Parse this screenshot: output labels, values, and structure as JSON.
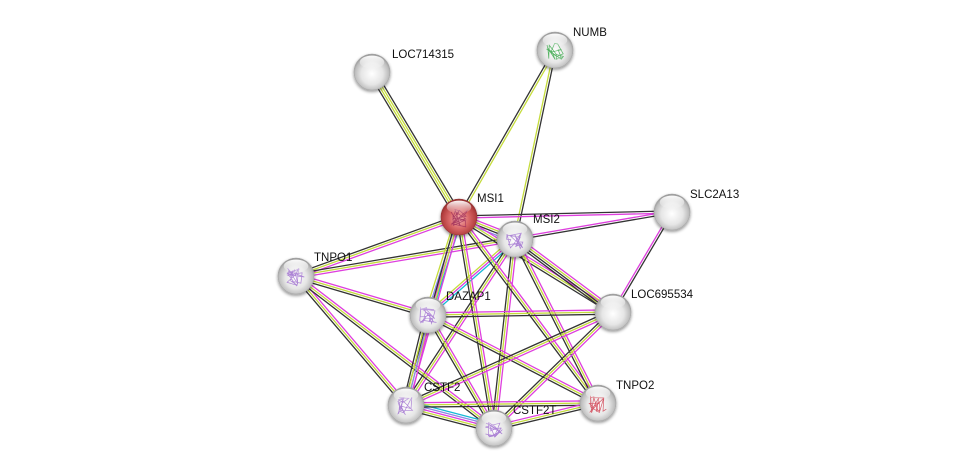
{
  "title": "STRING protein interaction network",
  "edge_colors": {
    "textmining": "#c5dc3c",
    "coexpression": "#333333",
    "database": "#17b9d6",
    "experiments": "#de3fde",
    "homology": "#8a8ae6"
  },
  "node_colors": {
    "query": "#cf4b4b",
    "other": "#e8e8e8"
  },
  "nodes": [
    {
      "id": "LOC714315",
      "label": "LOC714315",
      "query": false,
      "structure": false,
      "structure_color": ""
    },
    {
      "id": "NUMB",
      "label": "NUMB",
      "query": false,
      "structure": true,
      "structure_color": "#3aa84a"
    },
    {
      "id": "MSI1",
      "label": "MSI1",
      "query": true,
      "structure": true,
      "structure_color": "#a0305a"
    },
    {
      "id": "MSI2",
      "label": "MSI2",
      "query": false,
      "structure": true,
      "structure_color": "#a070d0"
    },
    {
      "id": "SLC2A13",
      "label": "SLC2A13",
      "query": false,
      "structure": false,
      "structure_color": ""
    },
    {
      "id": "TNPO1",
      "label": "TNPO1",
      "query": false,
      "structure": true,
      "structure_color": "#a070d0"
    },
    {
      "id": "DAZAP1",
      "label": "DAZAP1",
      "query": false,
      "structure": true,
      "structure_color": "#a070d0"
    },
    {
      "id": "LOC695534",
      "label": "LOC695534",
      "query": false,
      "structure": false,
      "structure_color": ""
    },
    {
      "id": "CSTF2",
      "label": "CSTF2",
      "query": false,
      "structure": true,
      "structure_color": "#a070d0"
    },
    {
      "id": "CSTF2T",
      "label": "CSTF2T",
      "query": false,
      "structure": true,
      "structure_color": "#a070d0"
    },
    {
      "id": "TNPO2",
      "label": "TNPO2",
      "query": false,
      "structure": true,
      "structure_color": "#d04050"
    }
  ],
  "edges": [
    {
      "source": "MSI1",
      "target": "LOC714315",
      "evidence": [
        "coexpression",
        "textmining",
        "textmining",
        "coexpression"
      ]
    },
    {
      "source": "MSI1",
      "target": "NUMB",
      "evidence": [
        "coexpression",
        "textmining"
      ]
    },
    {
      "source": "MSI2",
      "target": "NUMB",
      "evidence": [
        "textmining",
        "coexpression"
      ]
    },
    {
      "source": "MSI1",
      "target": "MSI2",
      "evidence": [
        "experiments",
        "textmining",
        "coexpression",
        "homology"
      ]
    },
    {
      "source": "MSI1",
      "target": "SLC2A13",
      "evidence": [
        "coexpression",
        "experiments"
      ]
    },
    {
      "source": "MSI2",
      "target": "SLC2A13",
      "evidence": [
        "experiments",
        "coexpression"
      ]
    },
    {
      "source": "MSI1",
      "target": "TNPO1",
      "evidence": [
        "experiments",
        "textmining",
        "coexpression"
      ]
    },
    {
      "source": "MSI2",
      "target": "TNPO1",
      "evidence": [
        "experiments",
        "textmining",
        "coexpression"
      ]
    },
    {
      "source": "MSI1",
      "target": "DAZAP1",
      "evidence": [
        "database",
        "experiments",
        "homology",
        "textmining"
      ]
    },
    {
      "source": "MSI2",
      "target": "DAZAP1",
      "evidence": [
        "database",
        "experiments",
        "textmining"
      ]
    },
    {
      "source": "MSI1",
      "target": "LOC695534",
      "evidence": [
        "experiments",
        "textmining",
        "coexpression"
      ]
    },
    {
      "source": "MSI2",
      "target": "LOC695534",
      "evidence": [
        "experiments",
        "textmining",
        "coexpression",
        "coexpression"
      ]
    },
    {
      "source": "SLC2A13",
      "target": "LOC695534",
      "evidence": [
        "coexpression",
        "experiments"
      ]
    },
    {
      "source": "MSI1",
      "target": "CSTF2",
      "evidence": [
        "experiments",
        "textmining",
        "coexpression"
      ]
    },
    {
      "source": "MSI2",
      "target": "CSTF2",
      "evidence": [
        "experiments",
        "textmining",
        "coexpression"
      ]
    },
    {
      "source": "MSI1",
      "target": "CSTF2T",
      "evidence": [
        "experiments",
        "textmining",
        "coexpression"
      ]
    },
    {
      "source": "MSI2",
      "target": "CSTF2T",
      "evidence": [
        "experiments",
        "textmining",
        "coexpression"
      ]
    },
    {
      "source": "MSI1",
      "target": "TNPO2",
      "evidence": [
        "experiments",
        "textmining",
        "coexpression"
      ]
    },
    {
      "source": "MSI2",
      "target": "TNPO2",
      "evidence": [
        "experiments",
        "textmining",
        "coexpression"
      ]
    },
    {
      "source": "TNPO1",
      "target": "DAZAP1",
      "evidence": [
        "experiments",
        "textmining",
        "coexpression"
      ]
    },
    {
      "source": "TNPO1",
      "target": "CSTF2",
      "evidence": [
        "experiments",
        "textmining",
        "coexpression"
      ]
    },
    {
      "source": "TNPO1",
      "target": "CSTF2T",
      "evidence": [
        "experiments",
        "textmining",
        "coexpression"
      ]
    },
    {
      "source": "DAZAP1",
      "target": "LOC695534",
      "evidence": [
        "experiments",
        "textmining",
        "coexpression"
      ]
    },
    {
      "source": "DAZAP1",
      "target": "CSTF2",
      "evidence": [
        "experiments",
        "homology",
        "textmining",
        "coexpression"
      ]
    },
    {
      "source": "DAZAP1",
      "target": "CSTF2T",
      "evidence": [
        "experiments",
        "textmining",
        "coexpression"
      ]
    },
    {
      "source": "DAZAP1",
      "target": "TNPO2",
      "evidence": [
        "experiments",
        "textmining",
        "coexpression"
      ]
    },
    {
      "source": "LOC695534",
      "target": "CSTF2",
      "evidence": [
        "experiments",
        "textmining",
        "coexpression"
      ]
    },
    {
      "source": "LOC695534",
      "target": "CSTF2T",
      "evidence": [
        "experiments",
        "textmining",
        "coexpression"
      ]
    },
    {
      "source": "CSTF2",
      "target": "CSTF2T",
      "evidence": [
        "database",
        "homology",
        "experiments",
        "textmining",
        "coexpression"
      ]
    },
    {
      "source": "CSTF2",
      "target": "TNPO2",
      "evidence": [
        "experiments",
        "textmining",
        "coexpression"
      ]
    },
    {
      "source": "CSTF2T",
      "target": "TNPO2",
      "evidence": [
        "experiments",
        "textmining",
        "coexpression"
      ]
    }
  ]
}
